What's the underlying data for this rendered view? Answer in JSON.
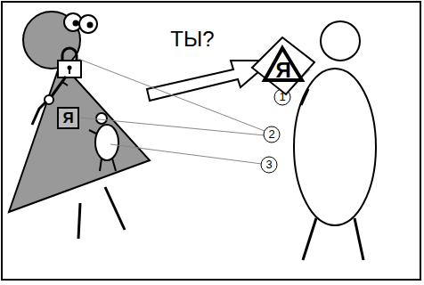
{
  "diagram": {
    "nodes": [
      {
        "text": [
          "Я"
        ]
      },
      {
        "text": [
          "Я"
        ]
      }
    ],
    "labels": [
      "ТЫ?",
      "1",
      "2",
      "3"
    ]
  }
}
